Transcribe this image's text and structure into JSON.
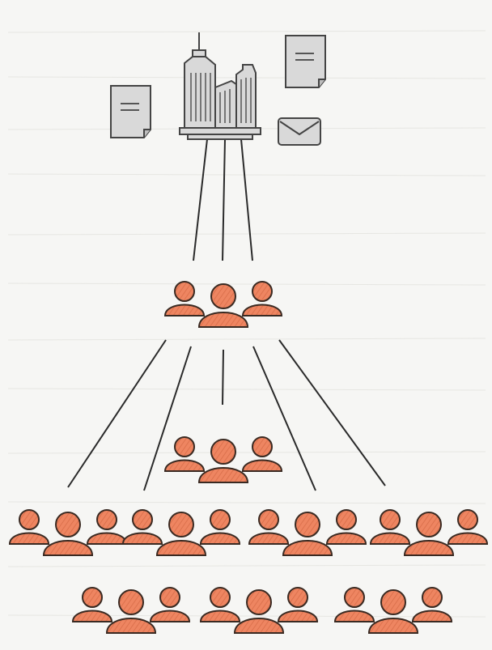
{
  "diagram": {
    "nodes": [
      {
        "id": "hq",
        "kind": "building"
      },
      {
        "id": "doc-left",
        "kind": "document"
      },
      {
        "id": "doc-right",
        "kind": "document"
      },
      {
        "id": "mail",
        "kind": "envelope"
      },
      {
        "id": "group-top",
        "kind": "people-group"
      },
      {
        "id": "group-middle",
        "kind": "people-group"
      },
      {
        "id": "group-bottom-1",
        "kind": "people-group"
      },
      {
        "id": "group-bottom-2",
        "kind": "people-group"
      },
      {
        "id": "group-bottom-3",
        "kind": "people-group"
      },
      {
        "id": "group-bottom-4",
        "kind": "people-group"
      },
      {
        "id": "group-bottom-5",
        "kind": "people-group"
      },
      {
        "id": "group-bottom-6",
        "kind": "people-group"
      },
      {
        "id": "group-bottom-7",
        "kind": "people-group"
      }
    ],
    "edges": [
      {
        "from": "hq",
        "to": "group-top"
      },
      {
        "from": "hq",
        "to": "group-top"
      },
      {
        "from": "hq",
        "to": "group-top"
      },
      {
        "from": "group-top",
        "to": "group-bottom-1"
      },
      {
        "from": "group-top",
        "to": "group-bottom-2"
      },
      {
        "from": "group-top",
        "to": "group-middle"
      },
      {
        "from": "group-top",
        "to": "group-bottom-3"
      },
      {
        "from": "group-top",
        "to": "group-bottom-4"
      }
    ]
  },
  "colors": {
    "background": "#f6f6f4",
    "people_fill": "#ee8561",
    "people_stroke": "#3a2a22",
    "people_hatch": "#c9643f",
    "line": "#2a2a2a",
    "icon_fill": "#d9d9d9",
    "icon_stroke": "#444444"
  },
  "icons": {
    "building": "office-building-icon",
    "document": "document-icon",
    "envelope": "envelope-icon",
    "group": "people-group-icon"
  }
}
